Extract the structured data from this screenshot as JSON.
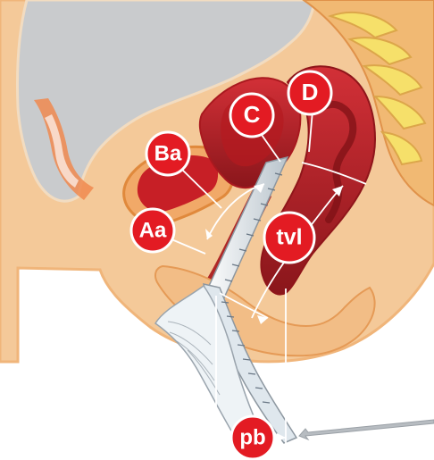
{
  "labels": {
    "Ba": "Ba",
    "Aa": "Aa",
    "C": "C",
    "D": "D",
    "tvl": "tvl",
    "pb": "pb"
  },
  "colors": {
    "label_fill": "#e31b23",
    "label_stroke": "#ffffff",
    "skin": "#f2c28d",
    "tissue_dark": "#9f1b1f",
    "tissue_mid": "#c7242a",
    "bone": "#d6d6d6",
    "spine_yellow": "#f3d64b",
    "outline": "#e08a42",
    "instrument": "#e9eef2"
  }
}
